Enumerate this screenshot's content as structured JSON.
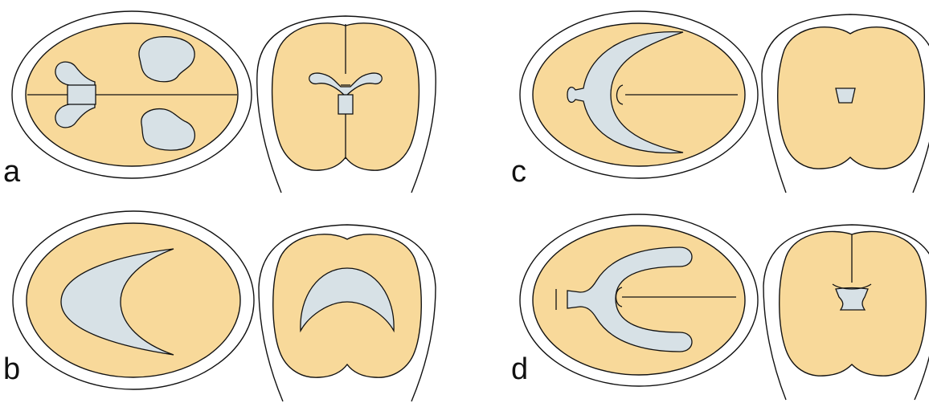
{
  "colors": {
    "brain": "#f8d99a",
    "ventricle": "#d7e1e6",
    "stroke": "#111111"
  },
  "panels": [
    {
      "label": "a"
    },
    {
      "label": "b"
    },
    {
      "label": "c"
    },
    {
      "label": "d"
    }
  ]
}
